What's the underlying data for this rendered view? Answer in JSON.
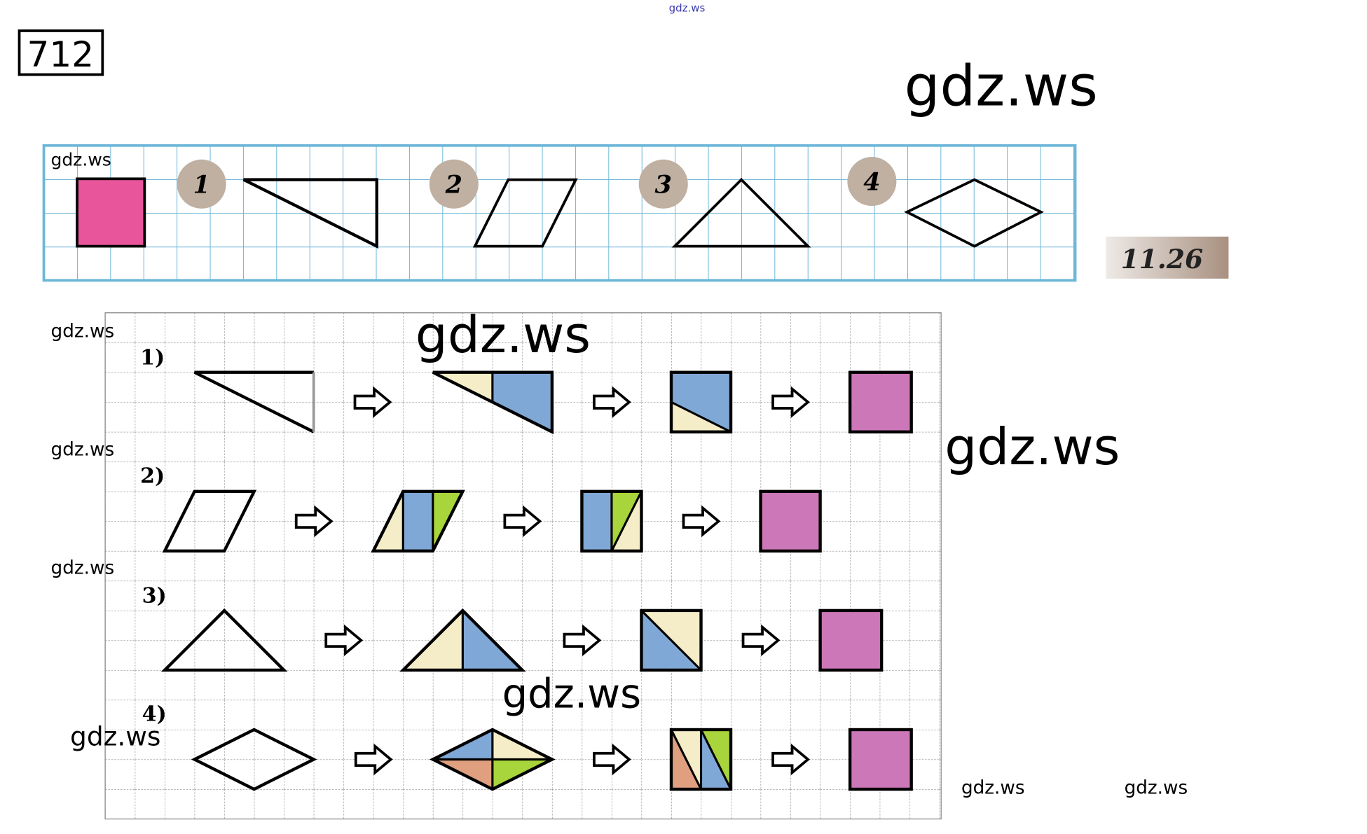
{
  "exercise_number": "712",
  "page_label": "11.26",
  "top_figure_numbers": [
    "1",
    "2",
    "3",
    "4"
  ],
  "row_labels": [
    "1)",
    "2)",
    "3)",
    "4)"
  ],
  "watermark": "gdz.ws",
  "colors": {
    "top_square": "#e8559a",
    "result_square": "#cc77b8",
    "yellow": "#f4edc8",
    "blue": "#80a8d6",
    "green": "#a8d43c",
    "orange": "#e0a080",
    "circle": "#bfb0a2",
    "top_grid": "#6cb6d8"
  }
}
